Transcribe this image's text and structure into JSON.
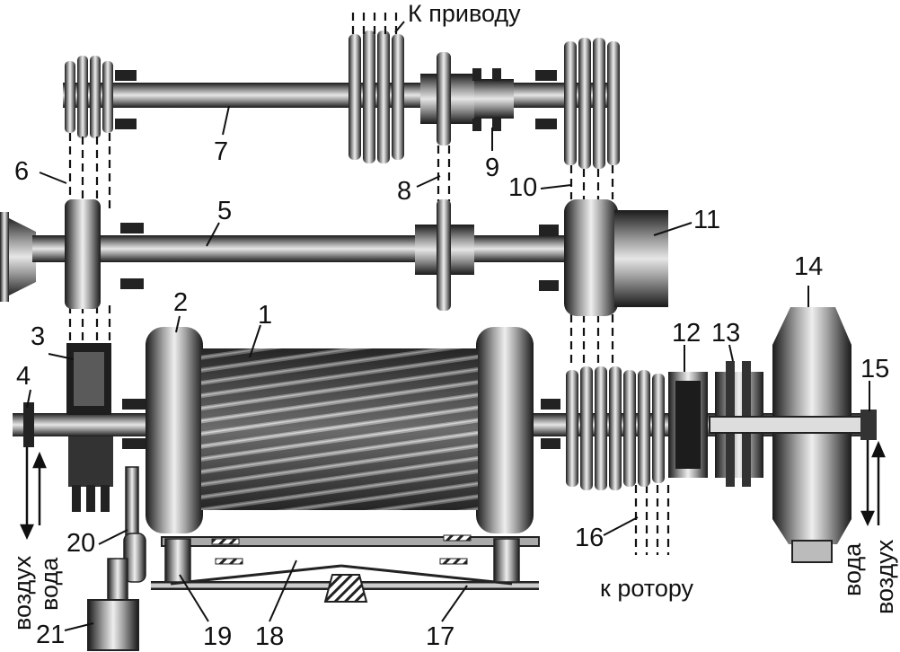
{
  "labels": {
    "n1": "1",
    "n2": "2",
    "n3": "3",
    "n4": "4",
    "n5": "5",
    "n6": "6",
    "n7": "7",
    "n8": "8",
    "n9": "9",
    "n10": "10",
    "n11": "11",
    "n12": "12",
    "n13": "13",
    "n14": "14",
    "n15": "15",
    "n16": "16",
    "n17": "17",
    "n18": "18",
    "n19": "19",
    "n20": "20",
    "n21": "21"
  },
  "texts": {
    "to_drive": "К приводу",
    "to_rotor": "к ротору",
    "air_left": "воздух",
    "water_left": "вода",
    "water_right": "вода",
    "air_right": "воздух"
  }
}
